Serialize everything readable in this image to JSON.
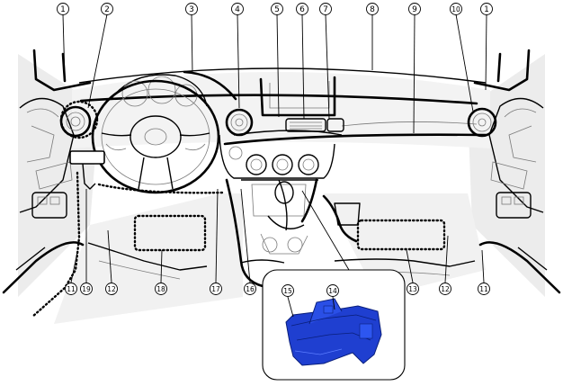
{
  "diagram": {
    "callouts": [
      {
        "id": "c1a",
        "label": "1"
      },
      {
        "id": "c2",
        "label": "2"
      },
      {
        "id": "c3",
        "label": "3"
      },
      {
        "id": "c4",
        "label": "4"
      },
      {
        "id": "c5",
        "label": "5"
      },
      {
        "id": "c6",
        "label": "6"
      },
      {
        "id": "c7",
        "label": "7"
      },
      {
        "id": "c8",
        "label": "8"
      },
      {
        "id": "c9",
        "label": "9"
      },
      {
        "id": "c10",
        "label": "10"
      },
      {
        "id": "c1b",
        "label": "1"
      },
      {
        "id": "c11a",
        "label": "11"
      },
      {
        "id": "c19",
        "label": "19"
      },
      {
        "id": "c12a",
        "label": "12"
      },
      {
        "id": "c18",
        "label": "18"
      },
      {
        "id": "c17",
        "label": "17"
      },
      {
        "id": "c16",
        "label": "16"
      },
      {
        "id": "c13",
        "label": "13"
      },
      {
        "id": "c12b",
        "label": "12"
      },
      {
        "id": "c11b",
        "label": "11"
      },
      {
        "id": "c15",
        "label": "15"
      },
      {
        "id": "c14",
        "label": "14"
      }
    ],
    "colors": {
      "line": "#000000",
      "shade": "#e6e6e6",
      "part_highlight": "#1f3fd0"
    }
  }
}
